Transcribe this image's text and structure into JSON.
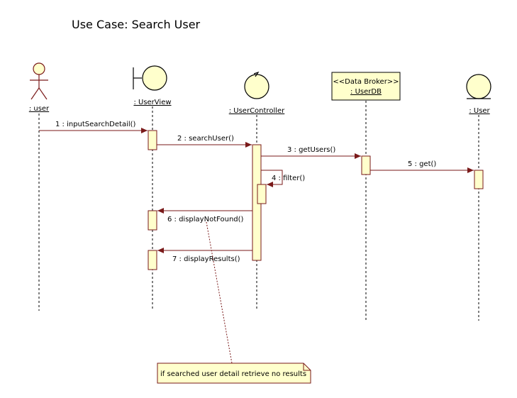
{
  "title": "Use Case: Search User",
  "lifelines": {
    "user": ": user",
    "userview": ": UserView",
    "usercontroller": ": UserController",
    "userdb_stereotype": "<<Data Broker>>",
    "userdb": ": UserDB",
    "usernode": ": User"
  },
  "messages": {
    "m1": "1 : inputSearchDetail()",
    "m2": "2 : searchUser()",
    "m3": "3 : getUsers()",
    "m4": "4 : filter()",
    "m5": "5 : get()",
    "m6": "6 : displayNotFound()",
    "m7": "7 : displayResults()"
  },
  "note": "if searched user detail retrieve no results",
  "colors": {
    "fill": "#ffffcc",
    "line": "#7a1a1a"
  }
}
